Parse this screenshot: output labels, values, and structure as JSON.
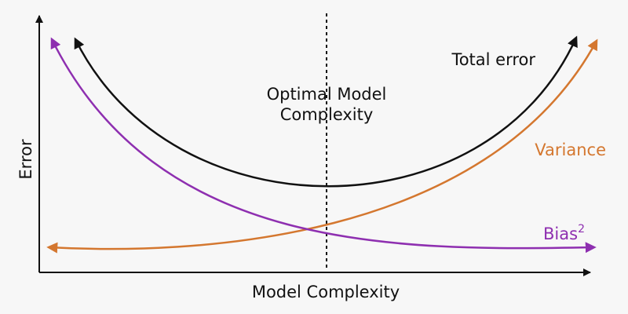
{
  "labels": {
    "y_axis": "Error",
    "x_axis": "Model Complexity",
    "optimal_line1": "Optimal Model",
    "optimal_line2": "Complexity",
    "total_error": "Total error",
    "variance": "Variance",
    "bias": "Bias",
    "bias_superscript": "2"
  },
  "colors": {
    "background": "#f7f7f7",
    "axes": "#111111",
    "total_error": "#111111",
    "variance": "#d4772f",
    "bias": "#8e2fb0"
  },
  "curves": [
    "total-error",
    "variance",
    "bias-squared"
  ]
}
